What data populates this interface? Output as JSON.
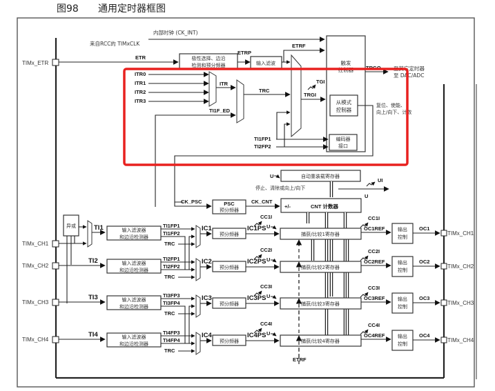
{
  "caption": {
    "number": "图98",
    "title": "通用定时器框图"
  },
  "highlight": {
    "color": "#e8211f",
    "region": "trigger-and-slave-mode-section"
  },
  "pins": {
    "etr": "TIMx_ETR",
    "in": [
      "TIMx_CH1",
      "TIMx_CH2",
      "TIMx_CH3",
      "TIMx_CH4"
    ],
    "out": [
      "TIMx_CH1",
      "TIMx_CH2",
      "TIMx_CH3",
      "TIMx_CH4"
    ]
  },
  "clock": {
    "internal": "内部时钟 (CK_INT)",
    "rcc": "来自RCC的 TIMxCLK",
    "etr": "ETR",
    "etrp": "ETRP",
    "etrf": "ETRF"
  },
  "blocks": {
    "polarity": [
      "极性选择、边沿",
      "检测和预分频器"
    ],
    "input_filter": "输入滤波",
    "trigger_ctrl": [
      "触发",
      "控制器"
    ],
    "slave_ctrl": [
      "从模式",
      "控制器"
    ],
    "encoder": [
      "编码器",
      "接口"
    ],
    "auto_reload": "自动重装载寄存器",
    "psc": [
      "PSC",
      "预分频器"
    ],
    "cnt_sign": "+/-",
    "cnt": "CNT 计数器",
    "xor": "异或",
    "chan_filter": [
      "输入滤波器",
      "和边沿检测器"
    ],
    "prescaler": "预分频器",
    "capcomp": [
      "捕获/比较1寄存器",
      "捕获/比较2寄存器",
      "捕获/比较3寄存器",
      "捕获/比较4寄存器"
    ],
    "out_ctrl": [
      "输出",
      "控制"
    ]
  },
  "signals": {
    "itr": [
      "ITR0",
      "ITR1",
      "ITR2",
      "ITR3"
    ],
    "itr_out": "ITR",
    "ti1f_ed": "TI1F_ED",
    "trc": "TRC",
    "tgi": "TGI",
    "trgi": "TRGI",
    "trgo": "TRGO",
    "trgo_dest": [
      "至其它定时器",
      "至 DAC/ADC"
    ],
    "slave_out": [
      "复位、使能、",
      "向上/向下、计数"
    ],
    "ti1fp1": "TI1FP1",
    "ti2fp2": "TI2FP2",
    "ck_psc": "CK_PSC",
    "ck_cnt": "CK_CNT",
    "stop_clear": "停止、清除或向上/向下",
    "ui": "UI",
    "u": "U",
    "etrf_bottom": "ETRF"
  },
  "channels": [
    {
      "ti": "TI1",
      "fp_a": "TI1FP1",
      "fp_b": "TI1FP2",
      "trc": "TRC",
      "ic": "IC1",
      "icps": "IC1PS",
      "cci": "CC1I",
      "ocref": "OC1REF",
      "oc": "OC1"
    },
    {
      "ti": "TI2",
      "fp_a": "TI2FP1",
      "fp_b": "TI2FP2",
      "trc": "TRC",
      "ic": "IC2",
      "icps": "IC2PS",
      "cci": "CC2I",
      "ocref": "OC2REF",
      "oc": "OC2"
    },
    {
      "ti": "TI3",
      "fp_a": "TI3FP3",
      "fp_b": "TI3FP4",
      "trc": "TRC",
      "ic": "IC3",
      "icps": "IC3PS",
      "cci": "CC3I",
      "ocref": "OC3REF",
      "oc": "OC3"
    },
    {
      "ti": "TI4",
      "fp_a": "TI4FP3",
      "fp_b": "TI4FP4",
      "trc": "TRC",
      "ic": "IC4",
      "icps": "IC4PS",
      "cci": "CC4I",
      "ocref": "OC4REF",
      "oc": "OC4"
    }
  ]
}
